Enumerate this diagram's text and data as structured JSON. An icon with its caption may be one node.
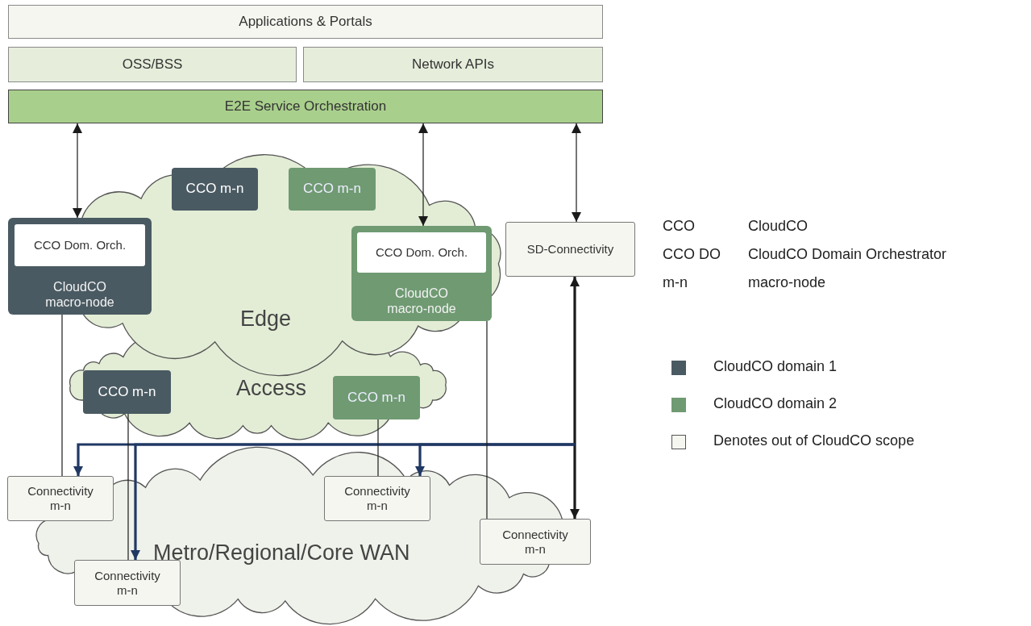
{
  "diagram": {
    "nodes": [
      {
        "text": [
          "Applications & Portals"
        ]
      },
      {
        "text": [
          "OSS/BSS"
        ]
      },
      {
        "text": [
          "Network APIs"
        ]
      },
      {
        "text": [
          "E2E Service Orchestration"
        ]
      },
      {
        "text": [
          "CCO m-n"
        ]
      },
      {
        "text": [
          "CCO m-n"
        ]
      },
      {
        "text": [
          "CloudCO macro-node"
        ]
      },
      {
        "text": [
          "CCO Dom. Orch."
        ],
        "in": 6
      },
      {
        "text": [
          "CloudCO macro-node"
        ]
      },
      {
        "text": [
          "CCO Dom. Orch."
        ],
        "in": 8
      },
      {
        "text": [
          "SD-Connectivity"
        ]
      },
      {
        "text": [
          "CCO m-n"
        ]
      },
      {
        "text": [
          "CCO m-n"
        ]
      },
      {
        "text": [
          "Connectivity m-n"
        ]
      },
      {
        "text": [
          "Connectivity m-n"
        ]
      },
      {
        "text": [
          "Connectivity m-n"
        ]
      },
      {
        "text": [
          "Connectivity m-n"
        ]
      }
    ],
    "edges": [
      {
        "from": 3,
        "to": 6,
        "arrow": "both"
      },
      {
        "from": 3,
        "to": 8,
        "arrow": "both"
      },
      {
        "from": 3,
        "to": 10,
        "arrow": "both"
      },
      {
        "from": 10,
        "to": 15,
        "arrow": "both",
        "style": "thick"
      },
      {
        "from": 10,
        "to": 13,
        "arrow": "both",
        "style": "thick",
        "color": "#203864"
      },
      {
        "from": 10,
        "to": 16,
        "arrow": "both",
        "style": "thick",
        "color": "#203864"
      },
      {
        "from": 10,
        "to": 14,
        "arrow": "both",
        "style": "thick",
        "color": "#203864"
      },
      {
        "from": 6,
        "to": 13,
        "arrow": "none"
      },
      {
        "from": 11,
        "to": 16,
        "arrow": "none"
      },
      {
        "from": 12,
        "to": 14,
        "arrow": "none"
      },
      {
        "from": 8,
        "to": 15,
        "arrow": "none"
      }
    ],
    "labels": [
      "CCO",
      "CloudCO",
      "CCO DO",
      "CloudCO Domain Orchestrator",
      "m-n",
      "macro-node",
      "Edge",
      "Access",
      "Metro/Regional/Core WAN"
    ],
    "legend": [
      {
        "text": "CloudCO domain 1",
        "color": "#4a5a62"
      },
      {
        "text": "CloudCO domain 2",
        "color": "#6f9a72"
      },
      {
        "text": "Denotes out of CloudCO scope",
        "color": "#f5f6f0"
      }
    ]
  }
}
